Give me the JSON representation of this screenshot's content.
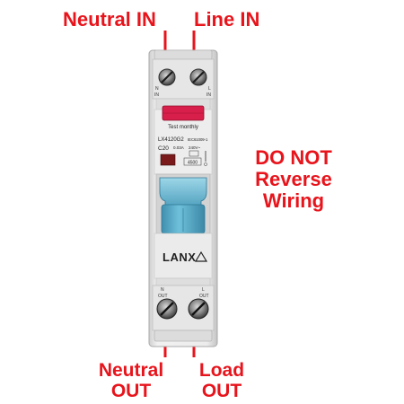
{
  "labels": {
    "neutral_in": "Neutral IN",
    "line_in": "Line IN",
    "warning": [
      "DO NOT",
      "Reverse",
      "Wiring"
    ],
    "neutral_out": [
      "Neutral",
      "OUT"
    ],
    "load_out": [
      "Load",
      "OUT"
    ]
  },
  "device": {
    "top_left_terminal": [
      "N",
      "IN"
    ],
    "top_right_terminal": [
      "L",
      "IN"
    ],
    "bottom_left_terminal": [
      "N",
      "OUT"
    ],
    "bottom_right_terminal": [
      "L",
      "OUT"
    ],
    "test_button_label": "Test monthly",
    "model": "LX4120G2",
    "standard": "IEC61009-1",
    "rating": "C20",
    "sensitivity": "0.03A",
    "voltage": "240V~",
    "breaking_capacity": "4500",
    "brand": "LANX"
  },
  "colors": {
    "callout_red": "#e8141c",
    "toggle_blue": "#5aaec9",
    "test_button_red": "#d81e4a",
    "housing": "#e9e9e9"
  }
}
